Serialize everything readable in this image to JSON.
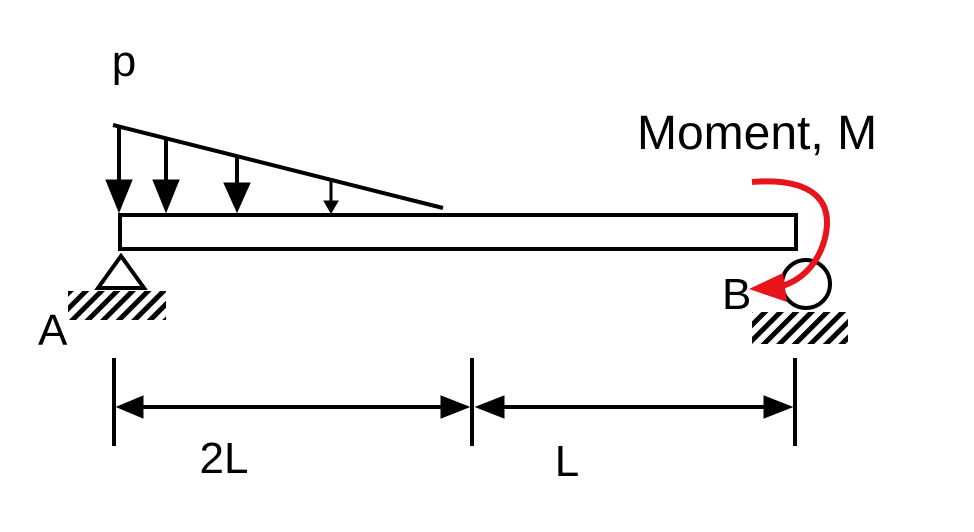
{
  "labels": {
    "load_intensity": "p",
    "moment": "Moment, M",
    "support_a": "A",
    "support_b": "B",
    "span_left": "2L",
    "span_right": "L"
  },
  "colors": {
    "line": "#000000",
    "moment_arrow": "#e8141b",
    "background": "#ffffff"
  }
}
